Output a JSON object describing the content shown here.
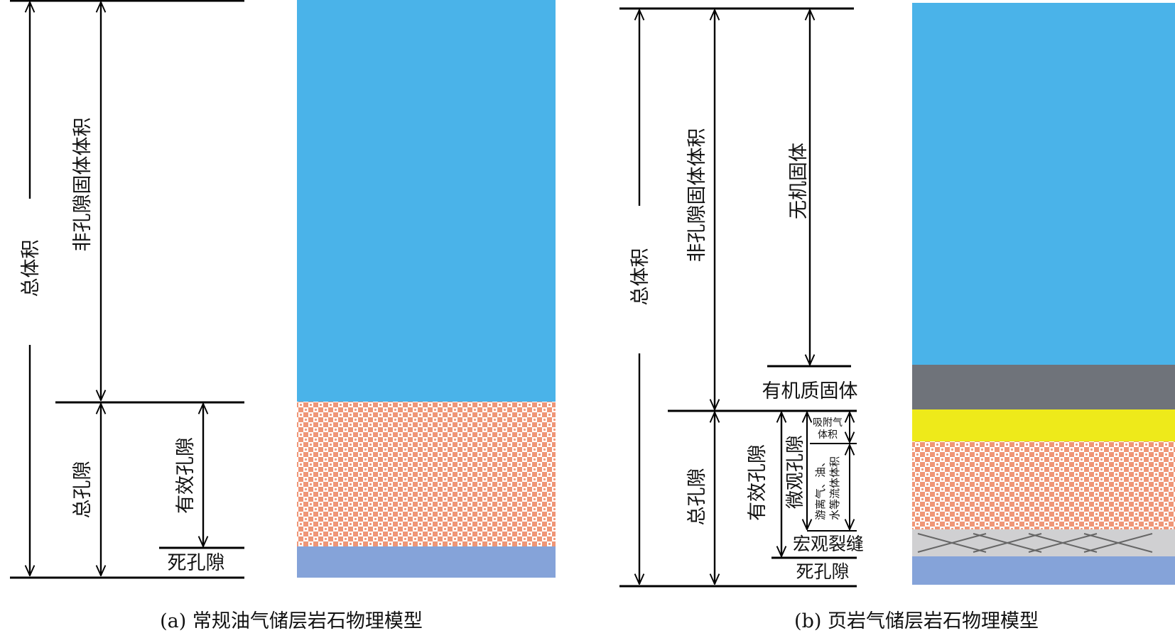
{
  "panel_a": {
    "caption": "(a) 常规油气储层岩石物理模型",
    "labels": {
      "total_volume": "总体积",
      "non_pore_solid_volume": "非孔隙固体体积",
      "total_porosity": "总孔隙",
      "effective_porosity": "有效孔隙",
      "dead_porosity": "死孔隙"
    }
  },
  "panel_b": {
    "caption": "(b) 页岩气储层岩石物理模型",
    "labels": {
      "total_volume": "总体积",
      "non_pore_solid_volume": "非孔隙固体体积",
      "inorganic_solid": "无机固体",
      "organic_solid": "有机质固体",
      "total_porosity": "总孔隙",
      "effective_porosity": "有效孔隙",
      "micro_pores": "微观孔隙",
      "adsorbed_gas_line1": "吸附气",
      "adsorbed_gas_line2": "体积",
      "free_fluid_line1": "游离气、油、",
      "free_fluid_line2": "水等流体体积",
      "macro_fractures": "宏观裂缝",
      "dead_porosity": "死孔隙"
    }
  },
  "colors": {
    "solid_matrix": "#4ab3e9",
    "pore_pattern_fill": "#ef9677",
    "dead_pore": "#85a3d9",
    "organic_matter": "#6f737a",
    "adsorbed_gas": "#eeea1a",
    "fracture": "#d0d0d2",
    "line": "#000000"
  }
}
